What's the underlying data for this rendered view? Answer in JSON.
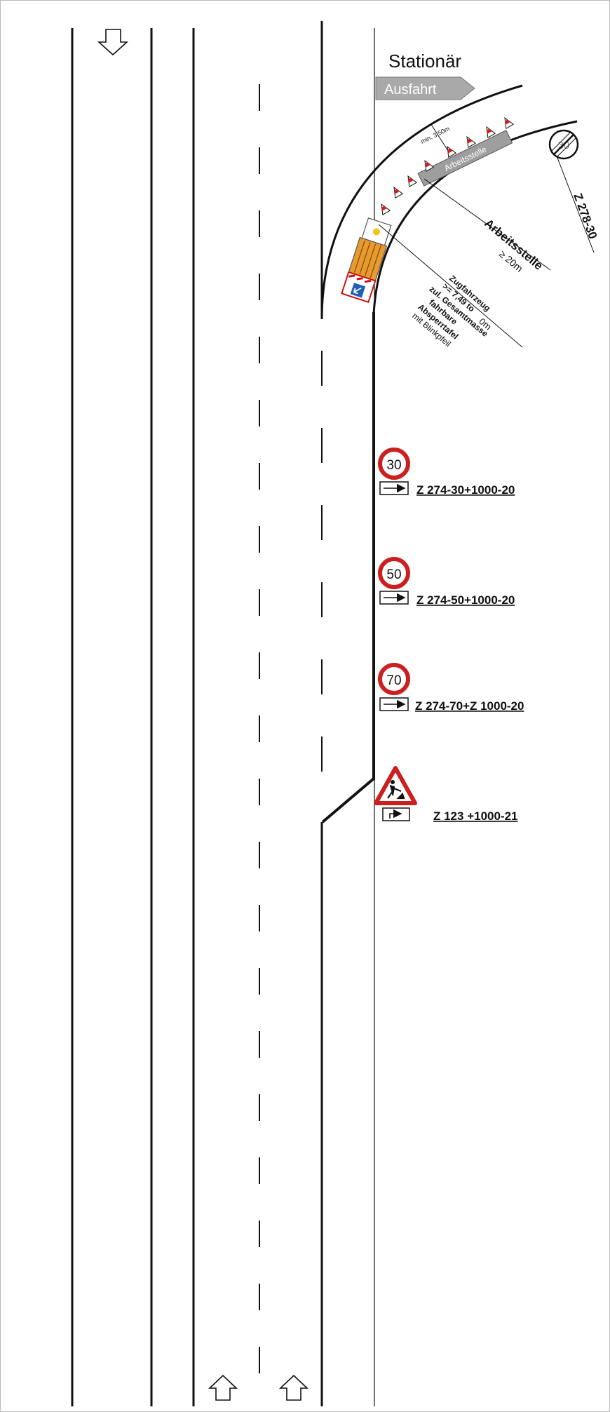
{
  "header": {
    "title": "Stationär",
    "exit_sign": "Ausfahrt"
  },
  "work_zone": {
    "panel_label": "Arbeitsstelle",
    "clearance": "min. 3,50m",
    "zone_label": "Arbeitsstelle",
    "zone_length": "≥ 20m",
    "vehicle_lines": [
      "Zugfahrzeug",
      ">= 7,49 to",
      "zul. Gesamtmasse",
      "fahrbare",
      "Absperrtafel",
      "mit Blinkpfeil"
    ],
    "vehicle_distance": "0m",
    "end_sign_code": "Z 278-30"
  },
  "signs": [
    {
      "value": "30",
      "code": "Z  274-30+1000-20"
    },
    {
      "value": "50",
      "code": "Z  274-50+1000-20"
    },
    {
      "value": "70",
      "code": "Z  274-70+Z  1000-20"
    },
    {
      "value": "",
      "code": "Z  123 +1000-21"
    }
  ],
  "colors": {
    "line": "#111111",
    "sign_red": "#cc1f1f",
    "exit_grey": "#a9a9a9",
    "zone_grey": "#9e9e9e",
    "arrow_blue": "#1f5fb4",
    "truck_orange": "#e89a2e"
  }
}
